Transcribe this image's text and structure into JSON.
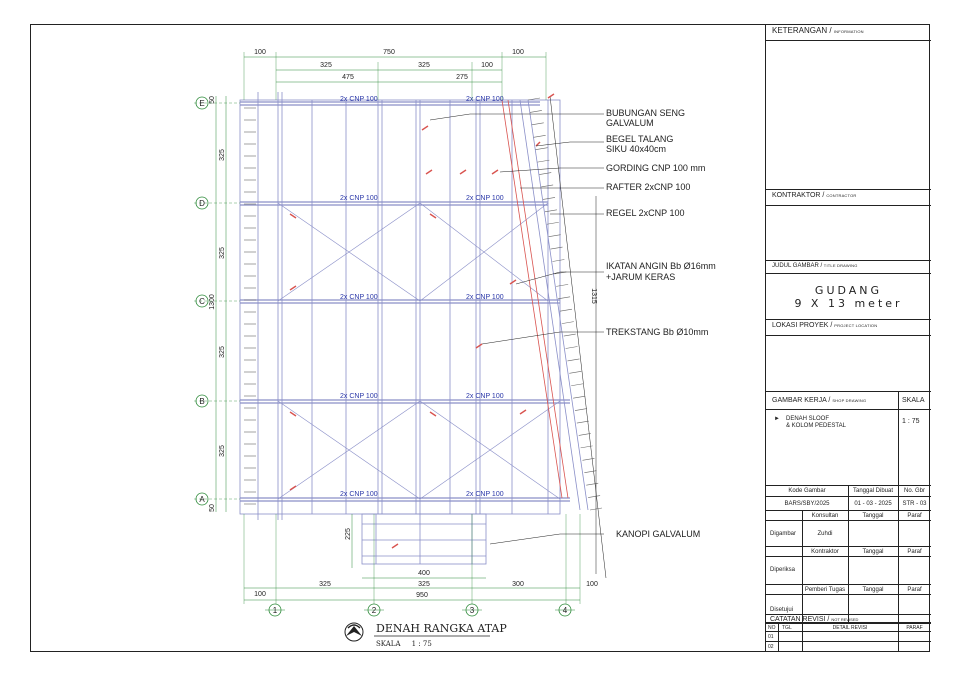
{
  "dimensions": {
    "top_total": "750",
    "top_left_overhang": "100",
    "top_right_overhang": "100",
    "top_bay_1": "325",
    "top_bay_2": "325",
    "top_bay_3": "100",
    "top_sub_1": "475",
    "top_sub_2": "275",
    "side_50_top": "50",
    "side_bays": [
      "325",
      "325",
      "325",
      "325"
    ],
    "side_50_bottom": "50",
    "side_total": "1300",
    "rafter_length": "1315",
    "canopy_depth": "225",
    "canopy_width": "400",
    "bottom_bays": [
      "325",
      "325",
      "300"
    ],
    "bottom_right_overhang": "100",
    "bottom_left_overhang": "100",
    "bottom_total": "950"
  },
  "grid_rows": [
    "E",
    "D",
    "C",
    "B",
    "A"
  ],
  "grid_cols": [
    "1",
    "2",
    "3",
    "4"
  ],
  "beam_label": "2x CNP 100",
  "callouts": {
    "bubungan": [
      "BUBUNGAN SENG",
      "GALVALUM"
    ],
    "begel": [
      "BEGEL TALANG",
      "SIKU 40x40cm"
    ],
    "gording": "GORDING CNP 100 mm",
    "rafter": "RAFTER 2xCNP 100",
    "regel": "REGEL 2xCNP 100",
    "ikatan": [
      "IKATAN ANGIN Bb Ø16mm",
      "+JARUM KERAS"
    ],
    "trekstang": "TREKSTANG Bb Ø10mm",
    "kanopi": "KANOPI GALVALUM"
  },
  "drawing_title": "DENAH RANGKA ATAP",
  "drawing_scale": "SKALA     1 : 75",
  "title_block": {
    "keterangan": "KETERANGAN /",
    "keterangan_en": "INFORMATION",
    "kontraktor": "KONTRAKTOR /",
    "kontraktor_en": "CONTRACTOR",
    "judul": "JUDUL GAMBAR /",
    "judul_en": "TITLE DRAWING",
    "title_line1": "GUDANG",
    "title_line2": "9 X 13 meter",
    "lokasi": "LOKASI PROYEK /",
    "lokasi_en": "PROJECT LOCATION",
    "gambar_kerja": "GAMBAR KERJA /",
    "gambar_kerja_en": "SHOP DRAWING",
    "skala": "SKALA",
    "item_marker": "►",
    "item_line1": "DENAH  SLOOF",
    "item_line2": "& KOLOM PEDESTAL",
    "item_scale": "1 : 75",
    "kode_gambar": "Kode Gambar",
    "tanggal_dibuat": "Tanggal Dibuat",
    "no_gbr": "No. Gbr",
    "kode_value": "BARS/SBY/2025",
    "tanggal_value": "01 - 03 - 2025",
    "no_value": "STR - 03",
    "konsultan": "Konsultan",
    "kontraktor2": "Kontraktor",
    "pemberi_tugas": "Pemberi Tugas",
    "tanggal": "Tanggal",
    "paraf": "Paraf",
    "digambar": "Digambar",
    "digambar_name": "Zuhdi",
    "diperiksa": "Diperiksa",
    "disetujui": "Disetujui",
    "catatan": "CATATAN REVISI /",
    "catatan_en": "NOT REVISED",
    "rev_no": "NO",
    "rev_tgl": "TGL",
    "rev_detail": "DETAIL REVISI",
    "rev_paraf": "PARAF",
    "rev_rows": [
      "01",
      "02"
    ]
  },
  "colors": {
    "line": "#222222",
    "steel": "#8a8fc8",
    "rafter_red": "#d9534f",
    "grid_green": "#2e8b3a",
    "beam_label": "#2a37a8"
  }
}
